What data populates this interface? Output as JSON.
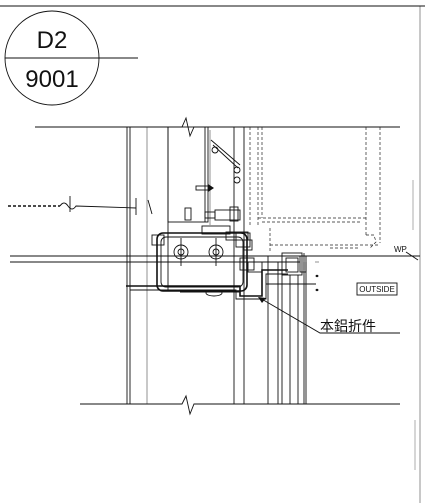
{
  "detail_tag": {
    "id": "D2",
    "sheet": "9001"
  },
  "labels": {
    "work_point": "WP",
    "outside": "OUTSIDE",
    "part_callout": "本鋁折件"
  },
  "colors": {
    "line": "#111111",
    "background": "#ffffff"
  }
}
